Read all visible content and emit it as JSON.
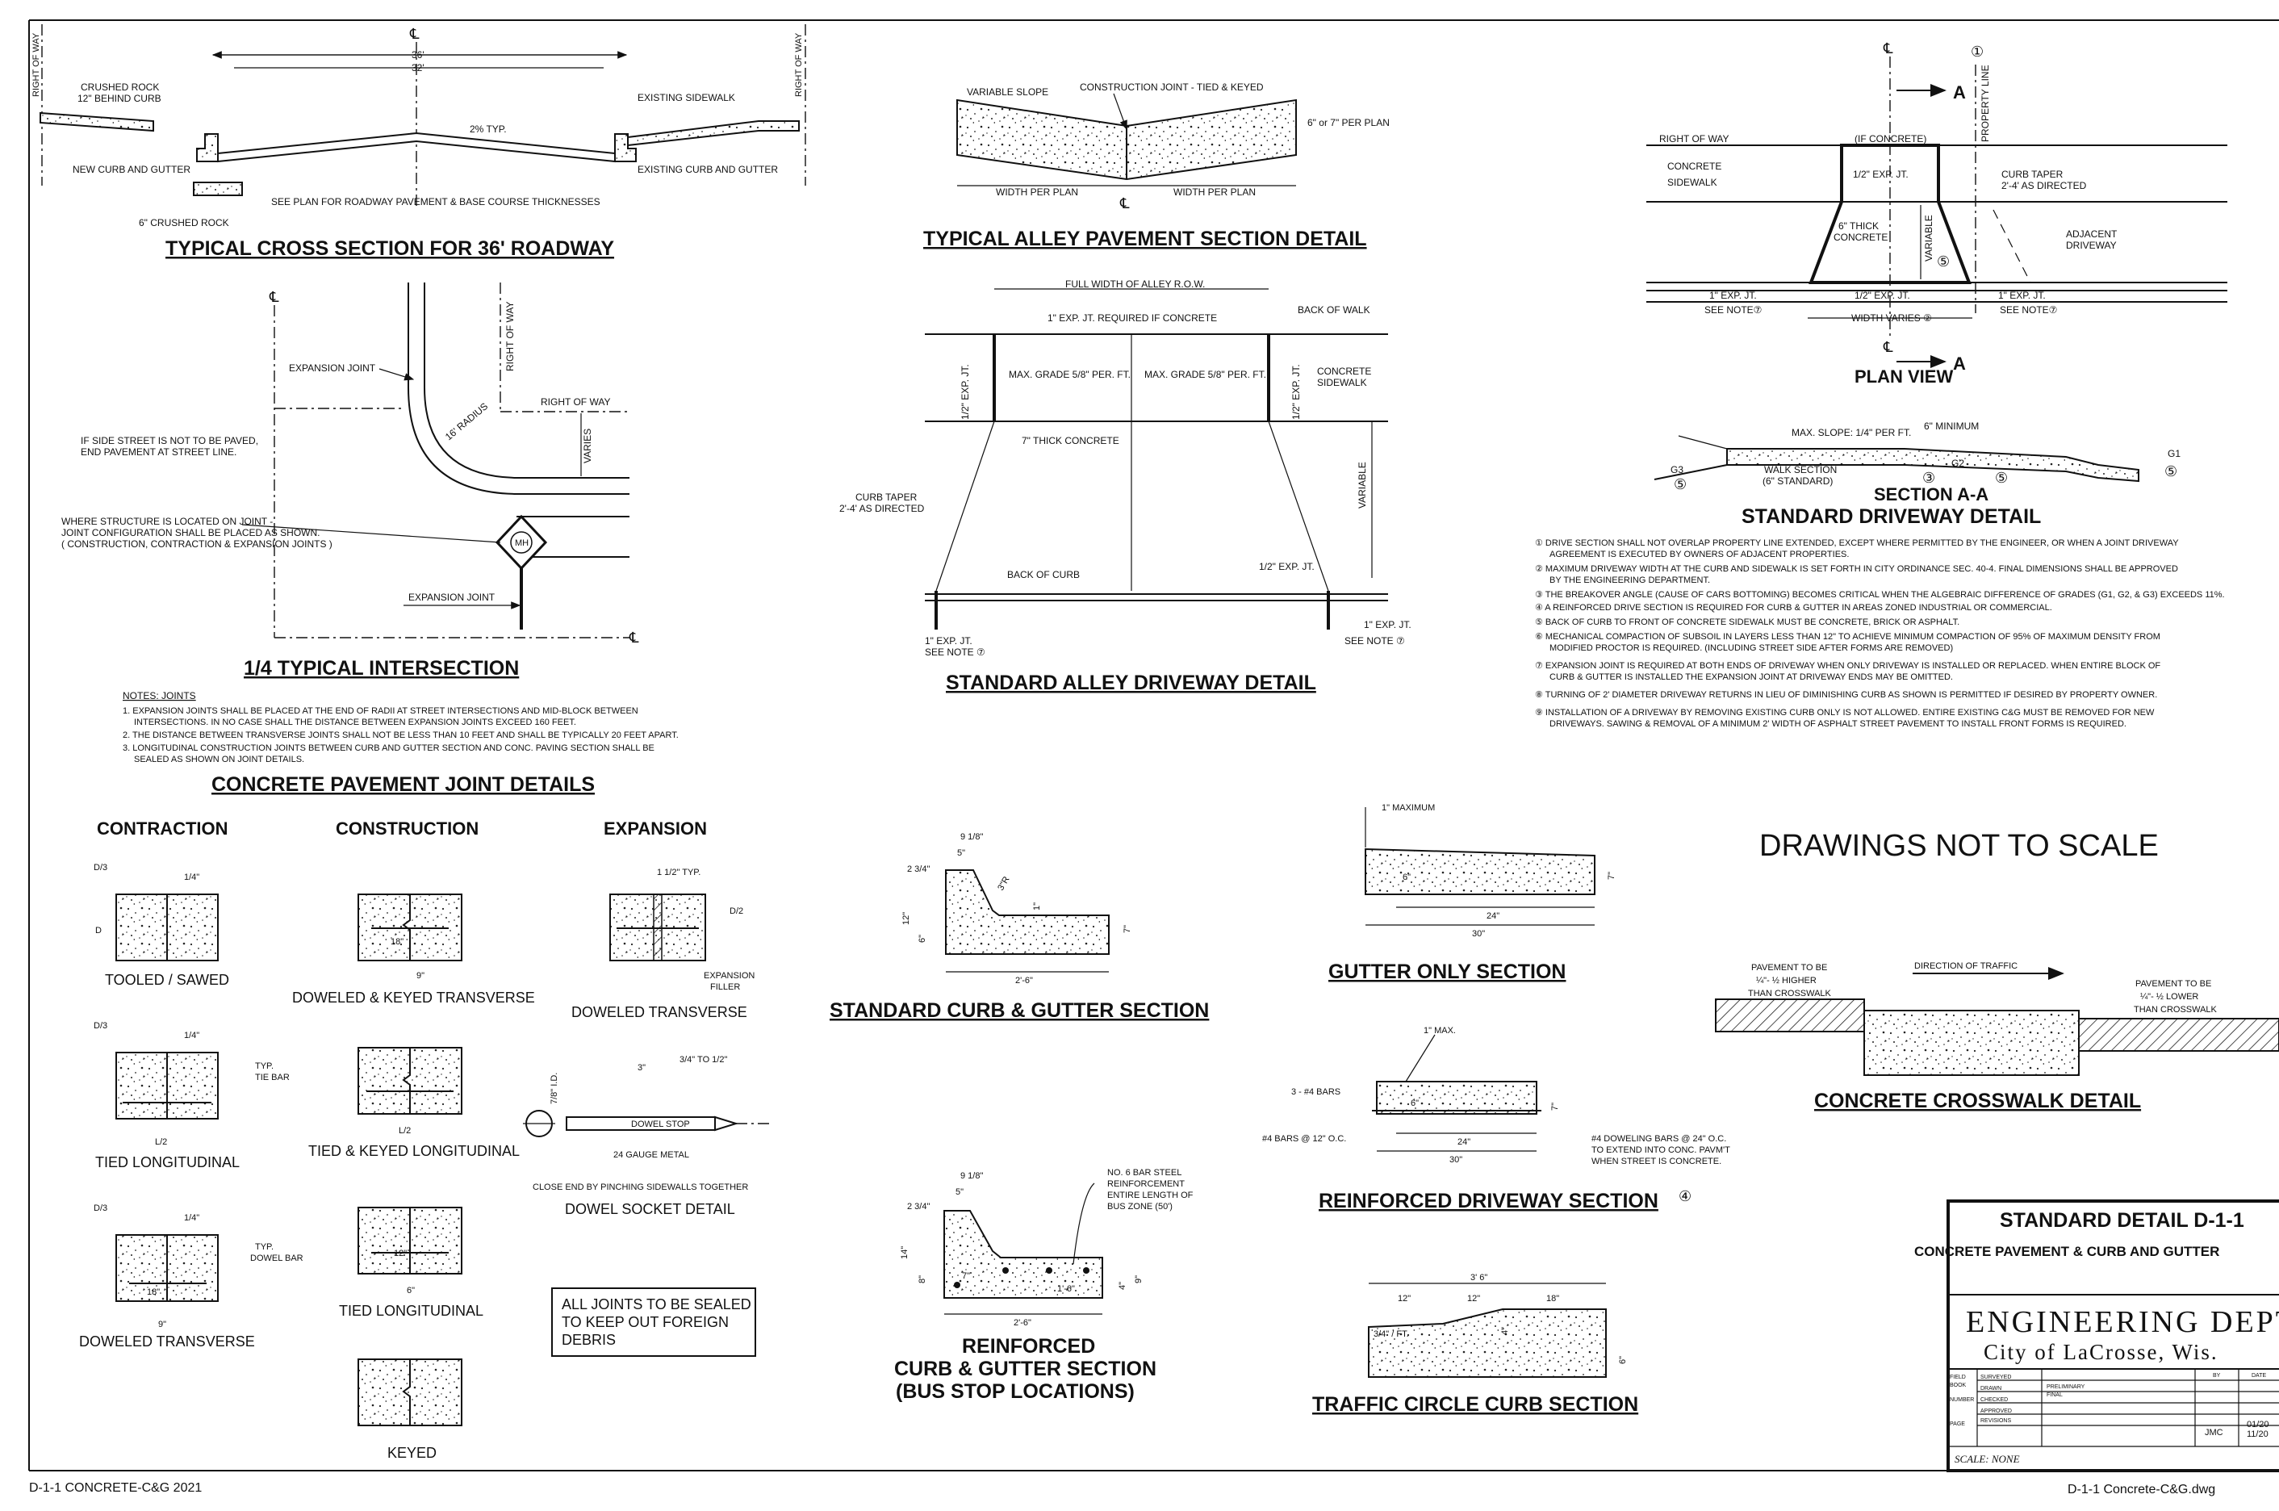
{
  "sheet": {
    "footer_left": "D-1-1 CONCRETE-C&G 2021",
    "footer_right": "D-1-1 Concrete-C&G.dwg",
    "not_to_scale": "DRAWINGS NOT TO SCALE"
  },
  "cross_section": {
    "title": "TYPICAL CROSS SECTION FOR 36' ROADWAY",
    "cl": "℄",
    "row_left": "RIGHT OF WAY",
    "row_right": "RIGHT OF WAY",
    "dim36": "36'",
    "dim32": "32'",
    "crushed_rock": "CRUSHED ROCK",
    "behind_curb": "12\" BEHIND CURB",
    "slope": "2% TYP.",
    "existing_sidewalk": "EXISTING SIDEWALK",
    "new_curb": "NEW CURB AND GUTTER",
    "existing_curb": "EXISTING CURB AND GUTTER",
    "see_plan": "SEE PLAN FOR ROADWAY PAVEMENT & BASE COURSE THICKNESSES",
    "crushed6": "6\" CRUSHED ROCK"
  },
  "intersection": {
    "title": "1/4 TYPICAL INTERSECTION",
    "cl": "℄",
    "expansion_joint": "EXPANSION JOINT",
    "right_of_way_v": "RIGHT OF WAY",
    "right_of_way_h": "RIGHT OF WAY",
    "radius": "16' RADIUS",
    "varies": "VARIES",
    "side_street_1": "IF SIDE STREET IS NOT TO BE PAVED,",
    "side_street_2": "END PAVEMENT AT STREET LINE.",
    "structure_1": "WHERE STRUCTURE IS LOCATED ON JOINT -",
    "structure_2": "JOINT CONFIGURATION SHALL BE PLACED AS SHOWN.",
    "structure_3": "( CONSTRUCTION, CONTRACTION & EXPANSION JOINTS )",
    "mh": "MH",
    "expansion_joint_2": "EXPANSION JOINT",
    "cl2": "℄"
  },
  "joint_notes": {
    "heading": "NOTES: JOINTS",
    "lines": [
      "1. EXPANSION JOINTS SHALL BE PLACED AT THE END OF RADII AT STREET INTERSECTIONS AND MID-BLOCK BETWEEN",
      "INTERSECTIONS.  IN NO CASE SHALL THE DISTANCE BETWEEN EXPANSION JOINTS EXCEED 160 FEET.",
      "2. THE DISTANCE BETWEEN TRANSVERSE JOINTS SHALL NOT BE LESS THAN 10 FEET AND SHALL BE TYPICALLY 20 FEET APART.",
      "3. LONGITUDINAL CONSTRUCTION JOINTS BETWEEN CURB AND GUTTER SECTION AND CONC. PAVING SECTION SHALL BE",
      "SEALED AS SHOWN ON JOINT DETAILS."
    ],
    "title": "CONCRETE PAVEMENT JOINT DETAILS"
  },
  "joints": {
    "contraction": "CONTRACTION",
    "construction": "CONSTRUCTION",
    "expansion": "EXPANSION",
    "tooled": "TOOLED / SAWED",
    "tied_long": "TIED LONGITUDINAL",
    "doweled_trans": "DOWELED TRANSVERSE",
    "doweled_keyed": "DOWELED & KEYED  TRANSVERSE",
    "tied_keyed": "TIED & KEYED LONGITUDINAL",
    "tied_long2": "TIED LONGITUDINAL",
    "keyed": "KEYED",
    "doweled_trans2": "DOWELED TRANSVERSE",
    "dowel_socket": "DOWEL SOCKET DETAIL",
    "d3": "D/3",
    "d2": "D/2",
    "d": "D",
    "l2": "L/2",
    "q14": "1/4\"",
    "typ_tie": "TYP.",
    "tie_bar": "TIE BAR",
    "typ_dowel": "TYP.",
    "dowel_bar": "DOWEL BAR",
    "d18": "18\"",
    "d9": "9\"",
    "d12": "12\"",
    "d6": "6\"",
    "one_half": "1 1/2\" TYP.",
    "exp_filler_1": "EXPANSION",
    "exp_filler_2": "FILLER",
    "id78": "7/8\" I.D.",
    "d3in": "3\"",
    "d34": "3/4\" TO 1/2\"",
    "dowel_stop": "DOWEL STOP",
    "gauge": "24 GAUGE METAL",
    "close_end": "CLOSE END BY PINCHING SIDEWALLS TOGETHER",
    "sealed_1": "ALL JOINTS TO BE SEALED",
    "sealed_2": "TO KEEP OUT FOREIGN",
    "sealed_3": "DEBRIS"
  },
  "alley_pavement": {
    "title": "TYPICAL ALLEY PAVEMENT SECTION DETAIL",
    "variable_slope": "VARIABLE SLOPE",
    "const_joint": "CONSTRUCTION JOINT - TIED & KEYED",
    "thickness": "6\" or 7\" PER PLAN",
    "width_left": "WIDTH PER PLAN",
    "width_right": "WIDTH PER PLAN",
    "cl": "℄"
  },
  "alley_driveway": {
    "title": "STANDARD ALLEY DRIVEWAY DETAIL",
    "full_width": "FULL WIDTH OF ALLEY R.O.W.",
    "exp_required": "1\" EXP. JT. REQUIRED IF CONCRETE",
    "back_of_walk": "BACK OF WALK",
    "grade_left": "MAX. GRADE 5/8\" PER. FT.",
    "grade_right": "MAX. GRADE 5/8\" PER. FT.",
    "exp_left": "1/2\" EXP. JT.",
    "exp_right": "1/2\" EXP. JT.",
    "concrete_1": "CONCRETE",
    "concrete_2": "SIDEWALK",
    "thick": "7\" THICK CONCRETE",
    "curb_taper_1": "CURB TAPER",
    "curb_taper_2": "2'-4' AS DIRECTED",
    "variable": "VARIABLE",
    "back_of_curb": "BACK OF CURB",
    "half_exp": "1/2\" EXP. JT.",
    "one_exp_left": "1\" EXP. JT.",
    "see_note_left": "SEE NOTE ⑦",
    "one_exp_right": "1\" EXP. JT.",
    "see_note_right": "SEE NOTE ⑦"
  },
  "plan_view": {
    "title": "PLAN VIEW",
    "cl": "℄",
    "a": "A",
    "a2": "A",
    "note1": "①",
    "property_line": "PROPERTY LINE",
    "right_of_way": "RIGHT OF WAY",
    "if_concrete": "(IF CONCRETE)",
    "concrete_1": "CONCRETE",
    "concrete_2": "SIDEWALK",
    "half_exp": "1/2\" EXP. JT.",
    "curb_taper_1": "CURB TAPER",
    "curb_taper_2": "2'-4' AS DIRECTED",
    "six_thick_1": "6\" THICK",
    "six_thick_2": "CONCRETE",
    "variable": "VARIABLE",
    "adjacent_1": "ADJACENT",
    "adjacent_2": "DRIVEWAY",
    "n5": "⑤",
    "exp_left": "1\" EXP. JT.",
    "see_left": "SEE NOTE⑦",
    "half_exp_bottom": "1/2\" EXP. JT.",
    "exp_right": "1\" EXP. JT.",
    "see_right": "SEE NOTE⑦",
    "width_varies": "WIDTH VARIES ②"
  },
  "section_aa": {
    "max_slope": "MAX. SLOPE: 1/4\" PER FT.",
    "six_min": "6\" MINIMUM",
    "g1": "G1",
    "g2": "G2",
    "g3": "G3",
    "n5a": "⑤",
    "n5b": "⑤",
    "n5c": "⑤",
    "n3": "③",
    "walk_1": "WALK SECTION",
    "walk_2": "(6\" STANDARD)",
    "title_1": "SECTION A-A",
    "title_2": "STANDARD DRIVEWAY DETAIL"
  },
  "driveway_notes": [
    "① DRIVE SECTION SHALL NOT OVERLAP PROPERTY LINE EXTENDED, EXCEPT WHERE PERMITTED BY THE ENGINEER, OR WHEN A JOINT DRIVEWAY",
    "AGREEMENT IS EXECUTED BY OWNERS OF ADJACENT PROPERTIES.",
    "② MAXIMUM DRIVEWAY WIDTH AT THE CURB AND SIDEWALK IS SET FORTH IN CITY ORDINANCE SEC. 40-4. FINAL DIMENSIONS SHALL BE APPROVED",
    "BY THE ENGINEERING DEPARTMENT.",
    "③ THE BREAKOVER ANGLE (CAUSE OF CARS BOTTOMING) BECOMES CRITICAL WHEN THE ALGEBRAIC DIFFERENCE OF GRADES (G1, G2, & G3) EXCEEDS 11%.",
    "④ A REINFORCED DRIVE SECTION IS REQUIRED FOR CURB & GUTTER IN AREAS ZONED INDUSTRIAL OR COMMERCIAL.",
    "⑤ BACK OF CURB TO FRONT OF CONCRETE SIDEWALK MUST BE CONCRETE, BRICK OR ASPHALT.",
    "⑥ MECHANICAL COMPACTION OF SUBSOIL IN LAYERS LESS THAN 12\" TO ACHIEVE MINIMUM COMPACTION OF 95% OF MAXIMUM DENSITY FROM",
    "MODIFIED PROCTOR IS REQUIRED. (INCLUDING STREET SIDE AFTER FORMS ARE REMOVED)",
    "⑦ EXPANSION JOINT IS REQUIRED AT BOTH ENDS OF DRIVEWAY WHEN ONLY DRIVEWAY IS INSTALLED OR REPLACED.  WHEN ENTIRE BLOCK OF",
    "CURB & GUTTER IS INSTALLED THE EXPANSION JOINT AT DRIVEWAY ENDS MAY BE OMITTED.",
    "⑧ TURNING OF 2' DIAMETER DRIVEWAY RETURNS IN LIEU OF DIMINISHING CURB AS SHOWN IS PERMITTED IF DESIRED BY PROPERTY OWNER.",
    "⑨ INSTALLATION OF A DRIVEWAY BY REMOVING EXISTING CURB ONLY IS NOT ALLOWED.  ENTIRE EXISTING C&G MUST BE REMOVED FOR NEW",
    "DRIVEWAYS.  SAWING & REMOVAL OF A MINIMUM 2' WIDTH OF ASPHALT STREET PAVEMENT TO INSTALL FRONT FORMS IS REQUIRED."
  ],
  "curb_gutter": {
    "title": "STANDARD CURB & GUTTER SECTION",
    "d918": "9 1/8\"",
    "d5": "5\"",
    "d234": "2 3/4\"",
    "d3r": "3\"R",
    "d1": "1\"",
    "d12": "12\"",
    "d6": "6\"",
    "d7": "7\"",
    "d26": "2'-6\""
  },
  "reinforced_cg": {
    "title_1": "REINFORCED",
    "title_2": "CURB & GUTTER SECTION",
    "title_3": "(BUS STOP LOCATIONS)",
    "note_1": "NO. 6 BAR STEEL",
    "note_2": "REINFORCEMENT",
    "note_3": "ENTIRE LENGTH OF",
    "note_4": "BUS ZONE (50')",
    "d918": "9 1/8\"",
    "d5": "5\"",
    "d234": "2 3/4\"",
    "d14": "14\"",
    "d8": "8\"",
    "d7": "7\"",
    "d16": "1'-6\"",
    "d4": "4\"",
    "d9": "9\"",
    "d26": "2'-6\""
  },
  "gutter_only": {
    "title": "GUTTER ONLY SECTION",
    "max1": "1\" MAXIMUM",
    "d6": "6\"",
    "d7": "7\"",
    "d24": "24\"",
    "d30": "30\""
  },
  "reinforced_drive": {
    "title": "REINFORCED DRIVEWAY SECTION",
    "note": "④",
    "max1": "1\" MAX.",
    "bars3": "3 - #4 BARS",
    "bars12": "#4 BARS @ 12\" O.C.",
    "d6": "6\"",
    "d7": "7\"",
    "d24": "24\"",
    "d30": "30\"",
    "doweling_1": "#4 DOWELING BARS @ 24\" O.C.",
    "doweling_2": "TO EXTEND INTO CONC. PAVM'T",
    "doweling_3": "WHEN STREET IS CONCRETE."
  },
  "traffic_circle": {
    "title": "TRAFFIC CIRCLE CURB SECTION",
    "d36": "3' 6\"",
    "d12a": "12\"",
    "d12b": "12\"",
    "d18": "18\"",
    "slope": "3/4\" / FT.",
    "d4": "4\"",
    "d6": "6\""
  },
  "crosswalk": {
    "title": "CONCRETE CROSSWALK DETAIL",
    "left_1": "PAVEMENT TO BE",
    "left_2": "¼\"- ½ HIGHER",
    "left_3": "THAN CROSSWALK",
    "direction": "DIRECTION OF TRAFFIC",
    "right_1": "PAVEMENT TO BE",
    "right_2": "¼\"- ½ LOWER",
    "right_3": "THAN CROSSWALK"
  },
  "title_block": {
    "detail": "STANDARD DETAIL D-1-1",
    "subtitle": "CONCRETE PAVEMENT & CURB AND GUTTER",
    "dept": "ENGINEERING DEPT.",
    "city": "City of LaCrosse, Wis.",
    "field": "FIELD",
    "book": "BOOK",
    "number": "NUMBER",
    "page": "PAGE",
    "surveyed": "SURVEYED",
    "drawn": "DRAWN",
    "preliminary": "PRELIMINARY",
    "final": "FINAL",
    "checked": "CHECKED",
    "approved": "APPROVED",
    "revisions": "REVISIONS",
    "by": "BY",
    "date": "DATE",
    "jmc": "JMC",
    "d1": "01/20",
    "d2": "11/20",
    "scale": "SCALE:  NONE"
  }
}
